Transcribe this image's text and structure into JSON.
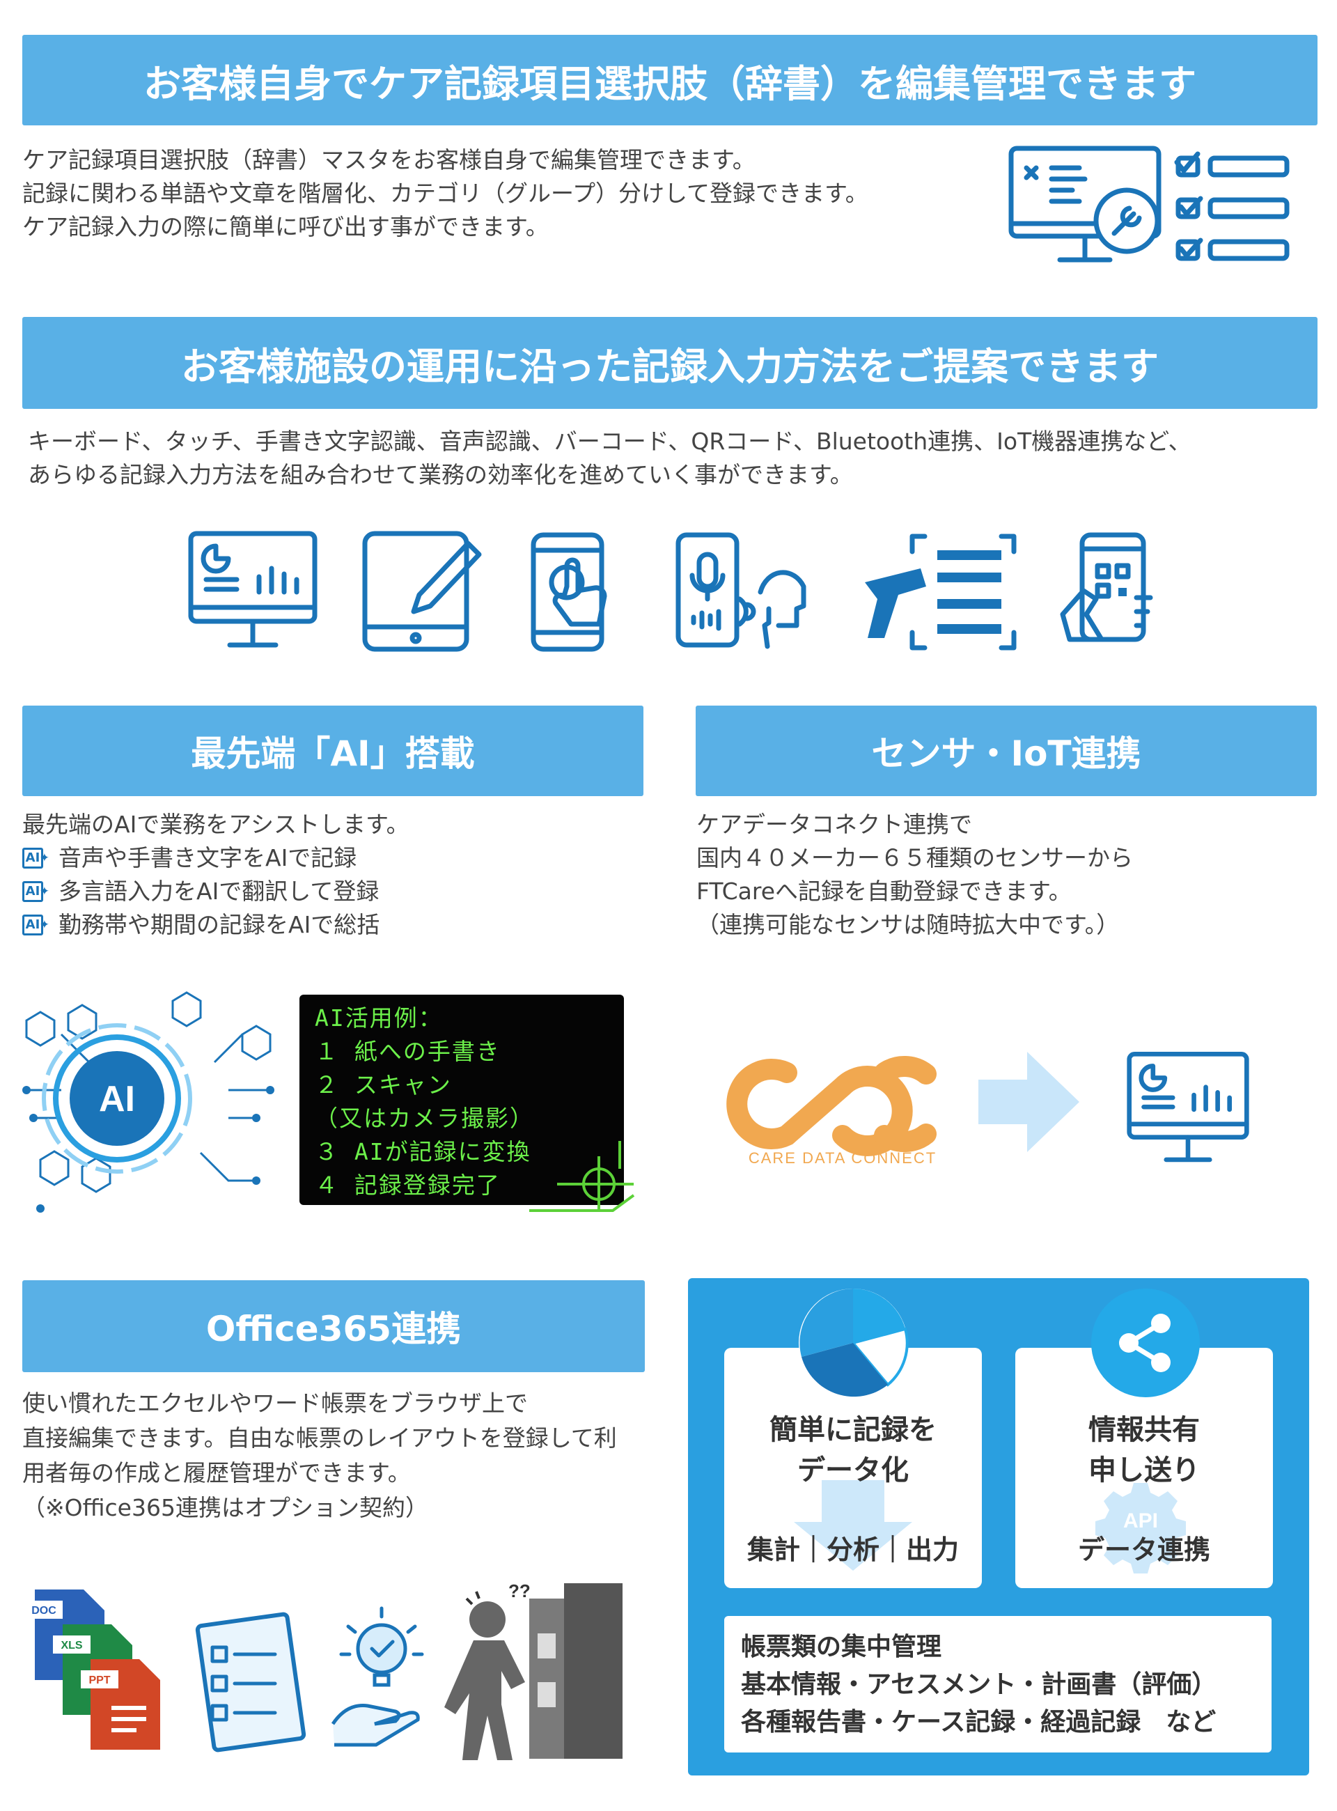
{
  "section1": {
    "banner": "お客様自身でケア記録項目選択肢（辞書）を編集管理できます",
    "lines": [
      "ケア記録項目選択肢（辞書）マスタをお客様自身で編集管理できます。",
      "記録に関わる単語や文章を階層化、カテゴリ（グループ）分けして登録できます。",
      "ケア記録入力の際に簡単に呼び出す事ができます。"
    ],
    "icon": "monitor-settings-checklist-icon"
  },
  "section2": {
    "banner": "お客様施設の運用に沿った記録入力方法をご提案できます",
    "lines": [
      "キーボード、タッチ、手書き文字認識、音声認識、バーコード、QRコード、Bluetooth連携、IoT機器連携など、",
      "あらゆる記録入力方法を組み合わせて業務の効率化を進めていく事ができます。"
    ],
    "icons": [
      "desktop-monitor-icon",
      "tablet-pen-icon",
      "smartphone-touch-icon",
      "voice-recognition-icon",
      "barcode-scanner-icon",
      "qr-code-phone-icon"
    ]
  },
  "ai": {
    "banner": "最先端「AI」搭載",
    "intro": "最先端のAIで業務をアシストします。",
    "badge": "AI",
    "items": [
      "音声や手書き文字をAIで記録",
      "多言語入力をAIで翻訳して登録",
      "勤務帯や期間の記録をAIで総括"
    ],
    "circuit_label": "AI",
    "terminal": [
      "AI活用例：",
      "１ 紙への手書き",
      "２ スキャン",
      "  （又はカメラ撮影）",
      "３ AIが記録に変換",
      "４ 記録登録完了"
    ]
  },
  "iot": {
    "banner": "センサ・IoT連携",
    "lines": [
      "ケアデータコネクト連携で",
      "国内４０メーカー６５種類のセンサーから",
      "FTCareへ記録を自動登録できます。",
      "（連携可能なセンサは随時拡大中です。）"
    ],
    "logo_text": "CARE DATA CONNECT",
    "colors": {
      "logo": "#f1a850",
      "arrow": "#c9e6fa"
    }
  },
  "office": {
    "banner": "Office365連携",
    "lines": [
      "使い慣れたエクセルやワード帳票をブラウザ上で",
      "直接編集できます。自由な帳票のレイアウトを登録して利",
      "用者毎の作成と履歴管理ができます。",
      "（※Office365連携はオプション契約）"
    ],
    "doc_labels": [
      "DOC",
      "XLS",
      "PPT"
    ],
    "confused_mark": "??"
  },
  "panel": {
    "card1": {
      "title1": "簡単に記録を",
      "title2": "データ化",
      "footer": "集計｜分析｜出力"
    },
    "card2": {
      "title1": "情報共有",
      "title2": "申し送り",
      "api": "API",
      "footer": "データ連携"
    },
    "bottom": [
      "帳票類の集中管理",
      "基本情報・アセスメント・計画書（評価）",
      "各種報告書・ケース記録・経過記録　など"
    ],
    "colors": {
      "panel": "#2a9fe0",
      "accent": "#24a9e8"
    }
  }
}
